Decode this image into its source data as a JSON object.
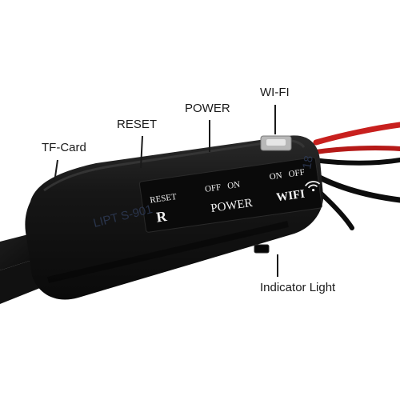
{
  "callouts": {
    "tf_card": "TF-Card",
    "reset": "RESET",
    "power": "POWER",
    "wifi": "WI-FI",
    "indicator": "Indicator Light"
  },
  "panel": {
    "reset_small": "RESET",
    "reset_letter": "R",
    "power_off_on": "OFF   ON",
    "power_label": "POWER",
    "wifi_on_off": "ON   OFF",
    "wifi_label": "WIFI"
  },
  "edge_text": {
    "left": "LIPT S-901",
    "right": "18"
  },
  "colors": {
    "body": "#141414",
    "wire_red": "#c8201e",
    "wire_black": "#0d0d0d",
    "panel": "#0a0a0a",
    "print": "#f2f2f2"
  }
}
